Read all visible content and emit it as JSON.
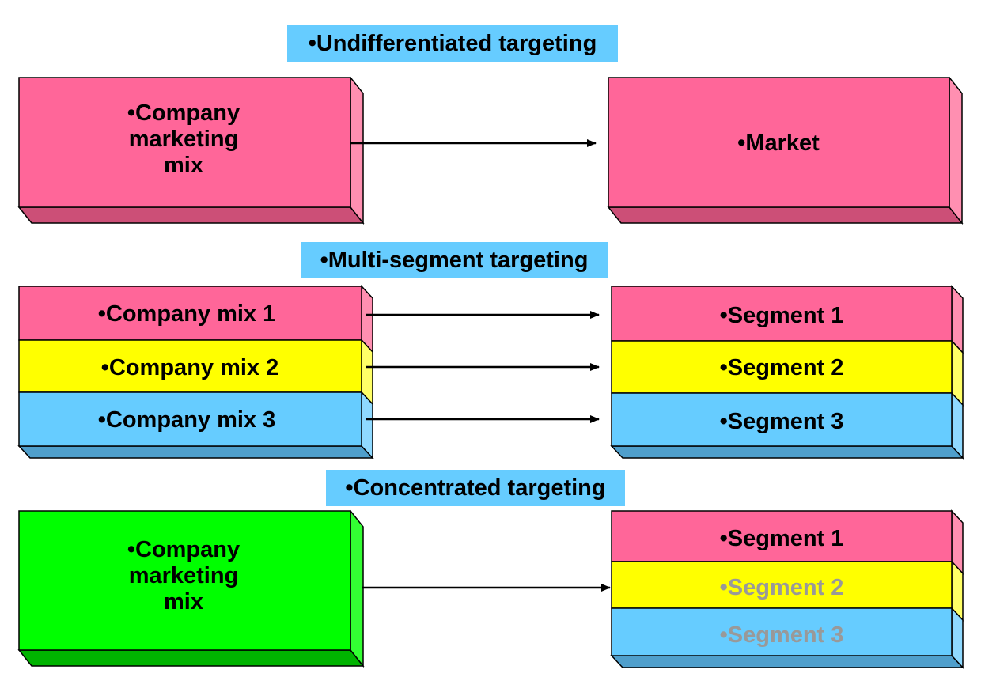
{
  "colors": {
    "pink": "#ff6699",
    "yellow": "#ffff00",
    "blue": "#66ccff",
    "green": "#00ff00",
    "label_bg": "#66ccff",
    "dimmed_text": "#999999"
  },
  "sections": {
    "undifferentiated": {
      "label": "•Undifferentiated targeting",
      "company": [
        "•Company",
        "marketing",
        "mix"
      ],
      "market": "•Market"
    },
    "multi_segment": {
      "label": "•Multi-segment targeting",
      "mixes": [
        "•Company mix 1",
        "•Company mix 2",
        "•Company mix 3"
      ],
      "segments": [
        "•Segment 1",
        "•Segment 2",
        "•Segment 3"
      ]
    },
    "concentrated": {
      "label": "•Concentrated targeting",
      "company": [
        "•Company",
        "marketing",
        "mix"
      ],
      "segments": [
        "•Segment 1",
        "•Segment 2",
        "•Segment 3"
      ]
    }
  }
}
